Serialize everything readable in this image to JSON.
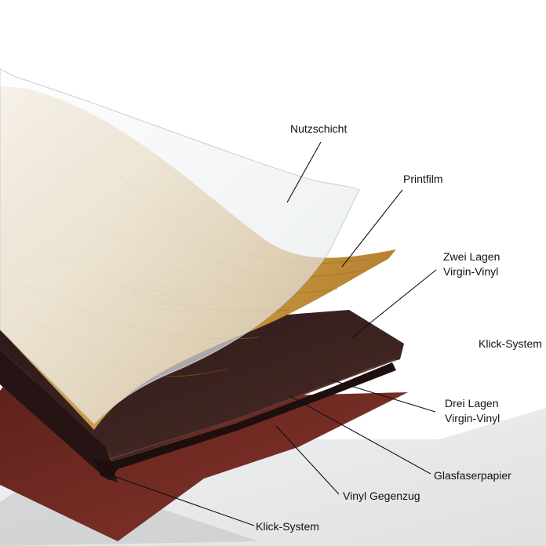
{
  "labels": {
    "nutzschicht": "Nutzschicht",
    "printfilm": "Printfilm",
    "zwei_lagen_line1": "Zwei Lagen",
    "zwei_lagen_line2": "Virgin-Vinyl",
    "klick_system_right": "Klick-System",
    "drei_lagen_line1": "Drei Lagen",
    "drei_lagen_line2": "Virgin-Vinyl",
    "glasfaserpapier": "Glasfaserpapier",
    "vinyl_gegenzug": "Vinyl Gegenzug",
    "klick_system_bottom": "Klick-System"
  },
  "colors": {
    "wear_layer": "#eef1f3",
    "print_film": "#c99a42",
    "vinyl_core": "#3a2220",
    "backing": "#6e2a22",
    "floor_shadow": "#c9ccce",
    "leader_line": "#111111"
  }
}
